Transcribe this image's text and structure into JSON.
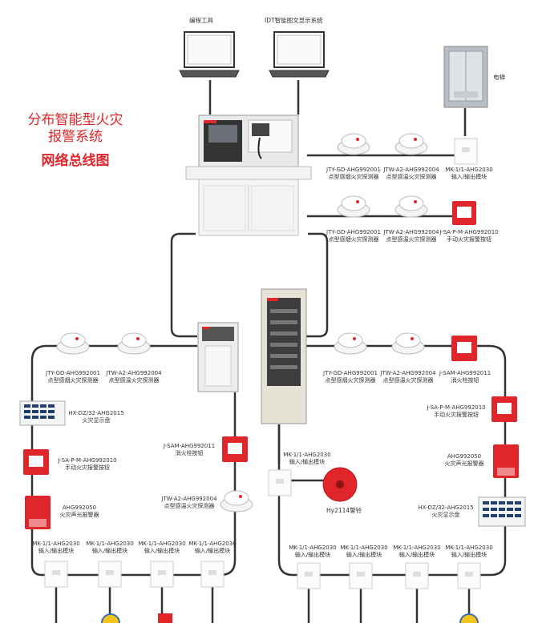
{
  "title": {
    "line1": "分布智能型火灾",
    "line2": "报警系统",
    "line3": "网络总线图"
  },
  "top": {
    "programming_tool": "编程工具",
    "display_system": "IDT智能图文显示系统",
    "elevator": "电梯"
  },
  "labels": {
    "smoke_model": "JTY-GD-AHG992001",
    "smoke_name": "点型感烟火灾探测器",
    "heat_model": "JTW-A2-AHG992004",
    "heat_name": "点型感温火灾探测器",
    "io_model": "MK-1/1-AHG2030",
    "io_name": "输入/输出模块",
    "manual_model": "J-SA-P-M-AHG992010",
    "manual_name": "手动火灾报警按钮",
    "hydrant_model": "J-SAM-AHG992011",
    "hydrant_name": "消火栓按钮",
    "alarm_model": "AHG992050",
    "alarm_name": "火灾声光报警器",
    "display_model": "HX-DZ/32-AHG2015",
    "display_name": "火灾显示盘",
    "bell": "Hy2114警铃"
  },
  "colors": {
    "title": "#e0262a",
    "bus": "#333333",
    "red_device": "#e0262a"
  }
}
